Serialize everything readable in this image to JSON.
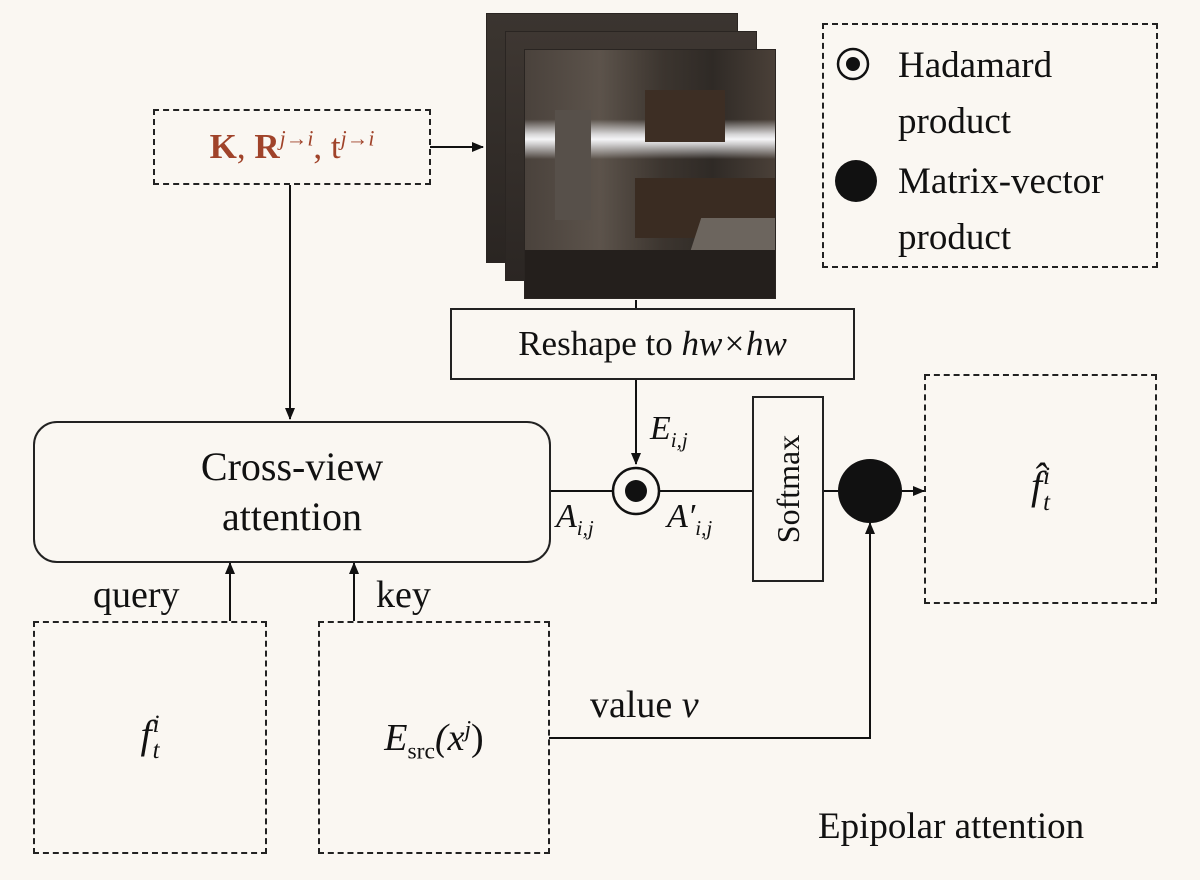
{
  "camera_params": {
    "K": "K",
    "R": "R",
    "R_sup": "j→i",
    "t": "t",
    "t_sup": "j→i"
  },
  "reshape_label": "Reshape to ",
  "reshape_math": "hw×hw",
  "E_label": {
    "base": "E",
    "sub": "i,j"
  },
  "A_label": {
    "base": "A",
    "sub": "i,j"
  },
  "A_prime_label": {
    "base": "A′",
    "sub": "i,j"
  },
  "softmax_label": "Softmax",
  "cross_view_label": {
    "line1": "Cross-view",
    "line2": "attention"
  },
  "query_label": "query",
  "key_label": "key",
  "value_label": {
    "text": "value ",
    "math": "v"
  },
  "f_input": {
    "base": "f",
    "sub": "t",
    "sup": "i"
  },
  "e_src": {
    "base": "E",
    "sub": "src",
    "arg": "(x",
    "arg_sup": "j",
    "close": ")"
  },
  "f_output": {
    "base": "f̂",
    "sub": "t",
    "sup": "i"
  },
  "legend": {
    "hadamard_line1": "Hadamard",
    "hadamard_line2": "product",
    "matvec_line1": "Matrix-vector",
    "matvec_line2": "product"
  },
  "footer_label": "Epipolar attention",
  "colors": {
    "accent": "#a0432a",
    "ink": "#111111",
    "background": "#faf7f2"
  }
}
